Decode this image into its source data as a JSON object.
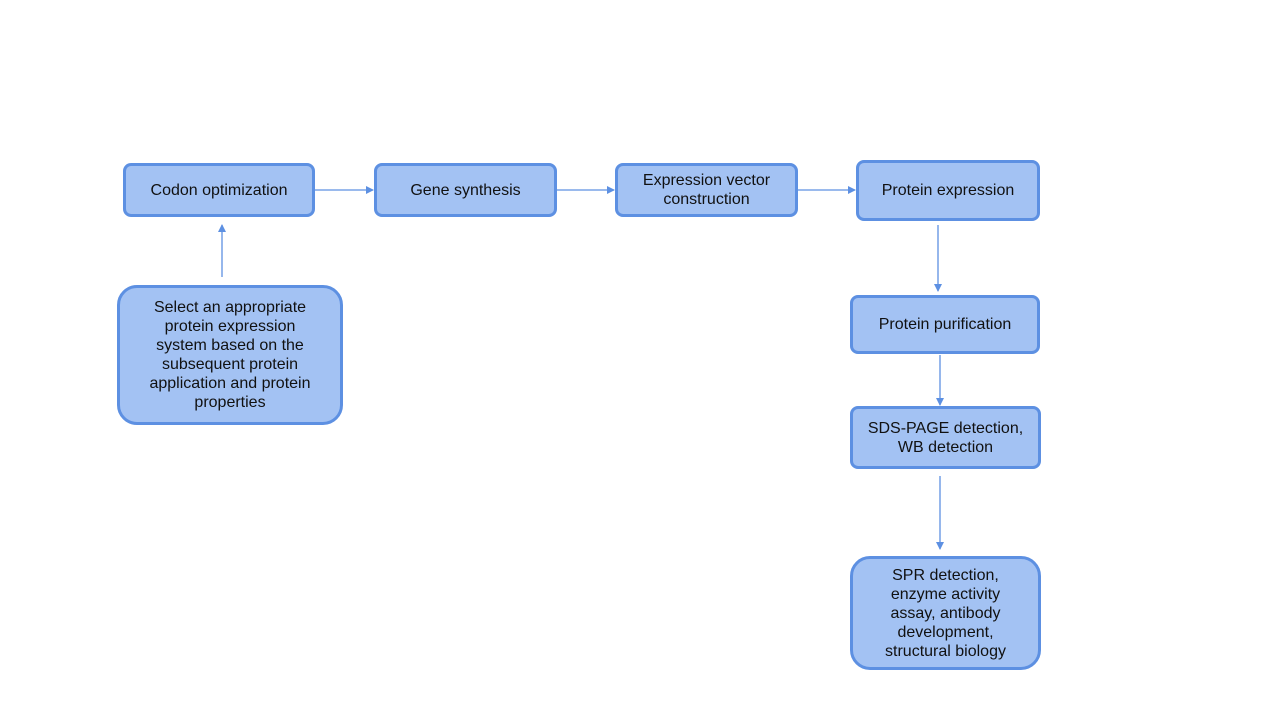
{
  "nodes": {
    "codon_optimization": "Codon optimization",
    "gene_synthesis": "Gene synthesis",
    "expression_vector": "Expression vector construction",
    "protein_expression": "Protein expression",
    "select_system": "Select an appropriate protein expression system based on the subsequent protein application and protein properties",
    "protein_purification": "Protein purification",
    "sds_page": "SDS-PAGE detection, WB detection",
    "applications": "SPR detection, enzyme activity assay, antibody development, structural biology"
  },
  "colors": {
    "box_fill": "#a3c2f3",
    "box_border": "#5d90e2",
    "arrow": "#5d90e2"
  }
}
